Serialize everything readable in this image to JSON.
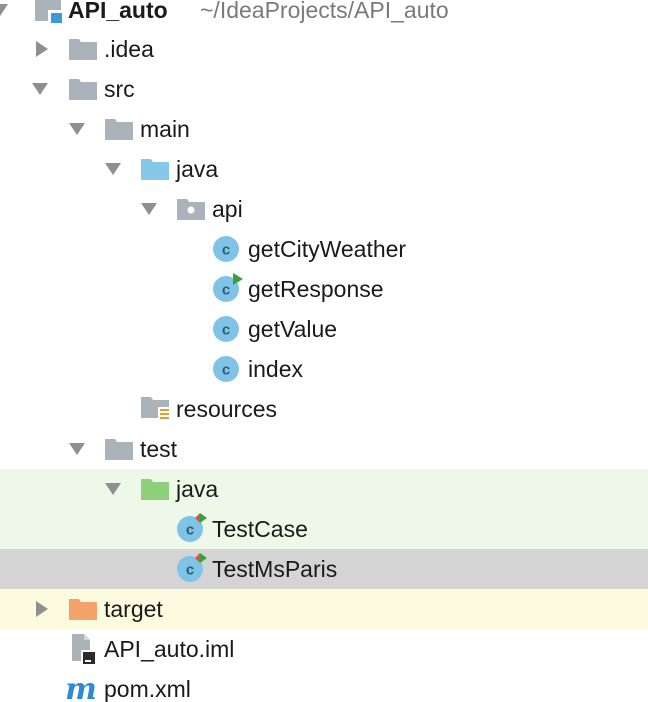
{
  "project": {
    "name": "API_auto",
    "path": "~/IdeaProjects/API_auto"
  },
  "tree": {
    "idea": ".idea",
    "src": "src",
    "main": "main",
    "main_java": "java",
    "api": "api",
    "classes": [
      "getCityWeather",
      "getResponse",
      "getValue",
      "index"
    ],
    "resources": "resources",
    "test": "test",
    "test_java": "java",
    "test_classes": [
      "TestCase",
      "TestMsParis"
    ],
    "target": "target",
    "iml": "API_auto.iml",
    "pom": "pom.xml"
  },
  "colors": {
    "folder_gray": "#aab2ba",
    "folder_source_blue": "#86c8e8",
    "folder_test_green": "#8ecf7a",
    "folder_excluded_orange": "#f2a36a",
    "class_circle": "#7fc3e6",
    "run_marker_green": "#3aa03a",
    "run_marker_red": "#d9534f",
    "test_row_bg": "#eef8e9",
    "selected_row_bg": "#d4d4d4",
    "target_row_bg": "#fcfbe0",
    "maven_m": "#2d8ad4"
  },
  "icons": {
    "arrow_expanded": "chevron-down-icon",
    "arrow_collapsed": "chevron-right-icon",
    "folder": "folder-icon",
    "source_folder": "source-folder-icon",
    "test_folder": "test-folder-icon",
    "package": "package-icon",
    "resources_folder": "resources-folder-icon",
    "excluded_folder": "excluded-folder-icon",
    "class": "class-icon",
    "iml_file": "iml-file-icon",
    "maven_file": "maven-icon"
  }
}
